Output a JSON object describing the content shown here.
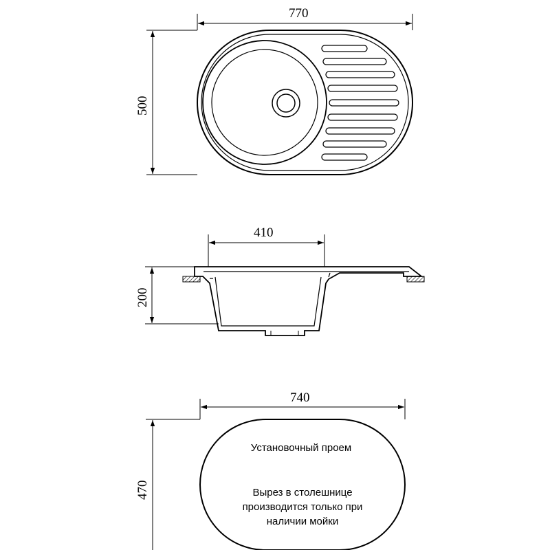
{
  "top_view": {
    "width_label": "770",
    "height_label": "500"
  },
  "side_view": {
    "bowl_width_label": "410",
    "depth_label": "200"
  },
  "cutout_view": {
    "width_label": "740",
    "height_label": "470",
    "title": "Установочный проем",
    "note_lines": [
      "Вырез в столешнице",
      "производится только при",
      "наличии мойки"
    ]
  }
}
